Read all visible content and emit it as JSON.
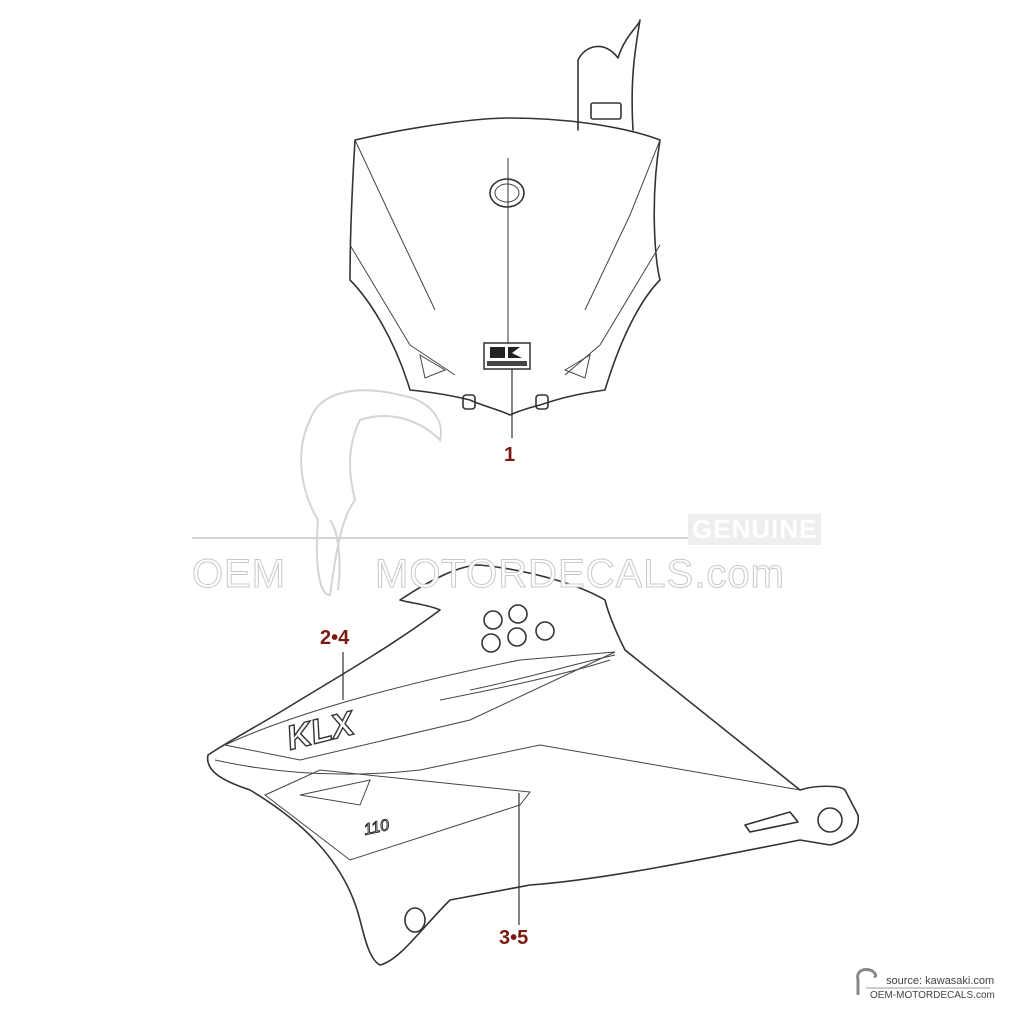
{
  "callouts": {
    "part1": "1",
    "part2_4": "2•4",
    "part3_5": "3•5"
  },
  "watermark": {
    "genuine": "GENUINE",
    "site_left": "OEM",
    "site_right": "MOTORDECALS.com"
  },
  "footer": {
    "source": "source: kawasaki.com",
    "site": "OEM-MOTORDECALS.com"
  },
  "decal_text": {
    "model": "KLX",
    "displacement": "110"
  },
  "colors": {
    "callout": "#7a1a10",
    "line": "#333333",
    "watermark": "#c8c8c8"
  }
}
